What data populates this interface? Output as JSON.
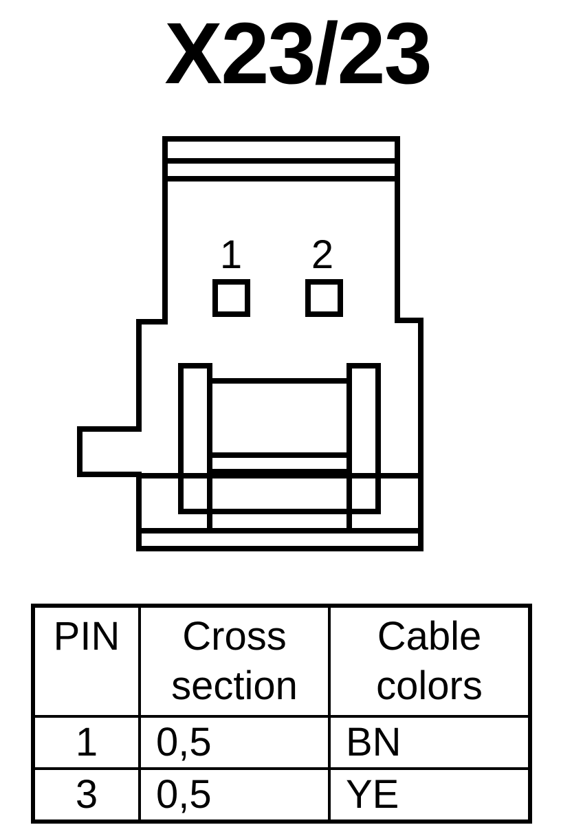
{
  "title": "X23/23",
  "connector": {
    "pin_labels": [
      "1",
      "2"
    ]
  },
  "table": {
    "headers": [
      [
        "PIN"
      ],
      [
        "Cross",
        "section"
      ],
      [
        "Cable",
        "colors"
      ]
    ],
    "rows": [
      {
        "pin": "1",
        "cross_section": "0,5",
        "color": "BN"
      },
      {
        "pin": "3",
        "cross_section": "0,5",
        "color": "YE"
      }
    ]
  }
}
